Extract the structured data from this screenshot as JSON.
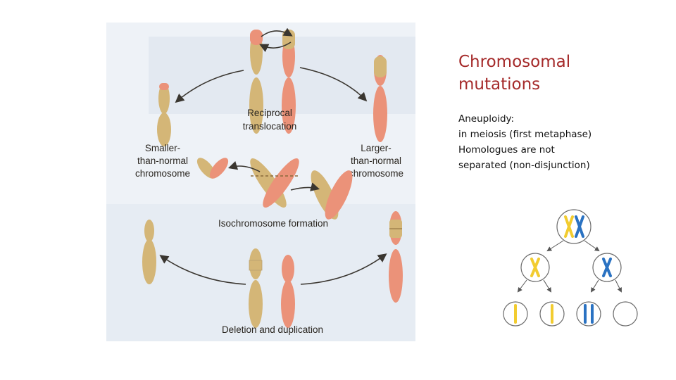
{
  "slide": {
    "title_lines": [
      "Chromosomal",
      "mutations"
    ],
    "body_lines": [
      "Aneuploidy:",
      "in meiosis (first metaphase)",
      "Homologues are not",
      "separated (non-disjunction)"
    ]
  },
  "figure": {
    "labels": {
      "reciprocal": [
        "Reciprocal",
        "translocation"
      ],
      "smaller": [
        "Smaller-",
        "than-normal",
        "chromosome"
      ],
      "larger": [
        "Larger-",
        "than-normal",
        "chromosome"
      ],
      "isochromosome": "Isochromosome formation",
      "deletion": "Deletion and duplication"
    },
    "colors": {
      "tan": "#d4b677",
      "salmon": "#eb9279",
      "page_tint": "#e7edf4",
      "arrow": "#3a3630"
    }
  },
  "meiosis_diagram": {
    "colors": {
      "yellow": "#f2cc30",
      "blue": "#2a72c2",
      "outline": "#6b6b6b"
    }
  }
}
